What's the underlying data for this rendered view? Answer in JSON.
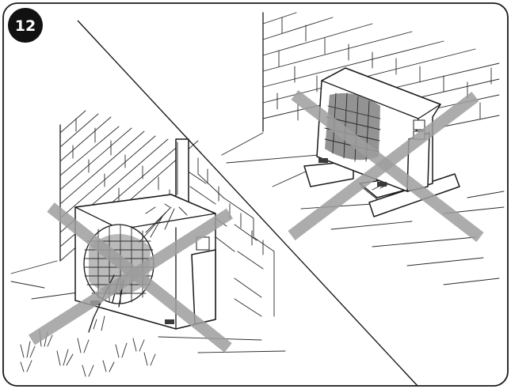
{
  "figure": {
    "number": "12",
    "colors": {
      "frame": "#1a1a1a",
      "badge": "#111111",
      "cross_mark": "#9e9e9e",
      "background": "#ffffff"
    },
    "panels": [
      {
        "name": "left",
        "content": [
          "brick-wall",
          "outdoor-unit",
          "drain-pipe",
          "water-splash",
          "grass"
        ],
        "marked_incorrect": true
      },
      {
        "name": "right",
        "content": [
          "brick-wall",
          "tilted-outdoor-unit",
          "support-blocks"
        ],
        "marked_incorrect": true
      }
    ]
  }
}
